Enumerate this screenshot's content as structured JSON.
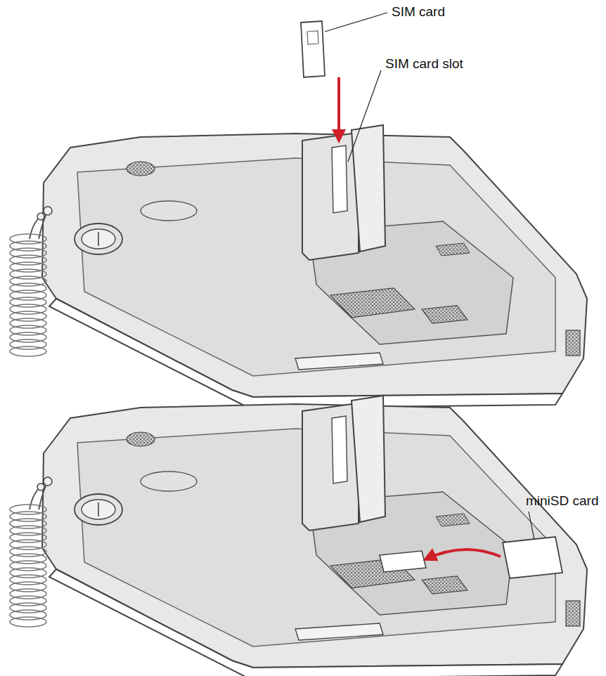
{
  "diagram": {
    "labels": [
      "SIM card",
      "SIM card slot",
      "miniSD card"
    ]
  }
}
